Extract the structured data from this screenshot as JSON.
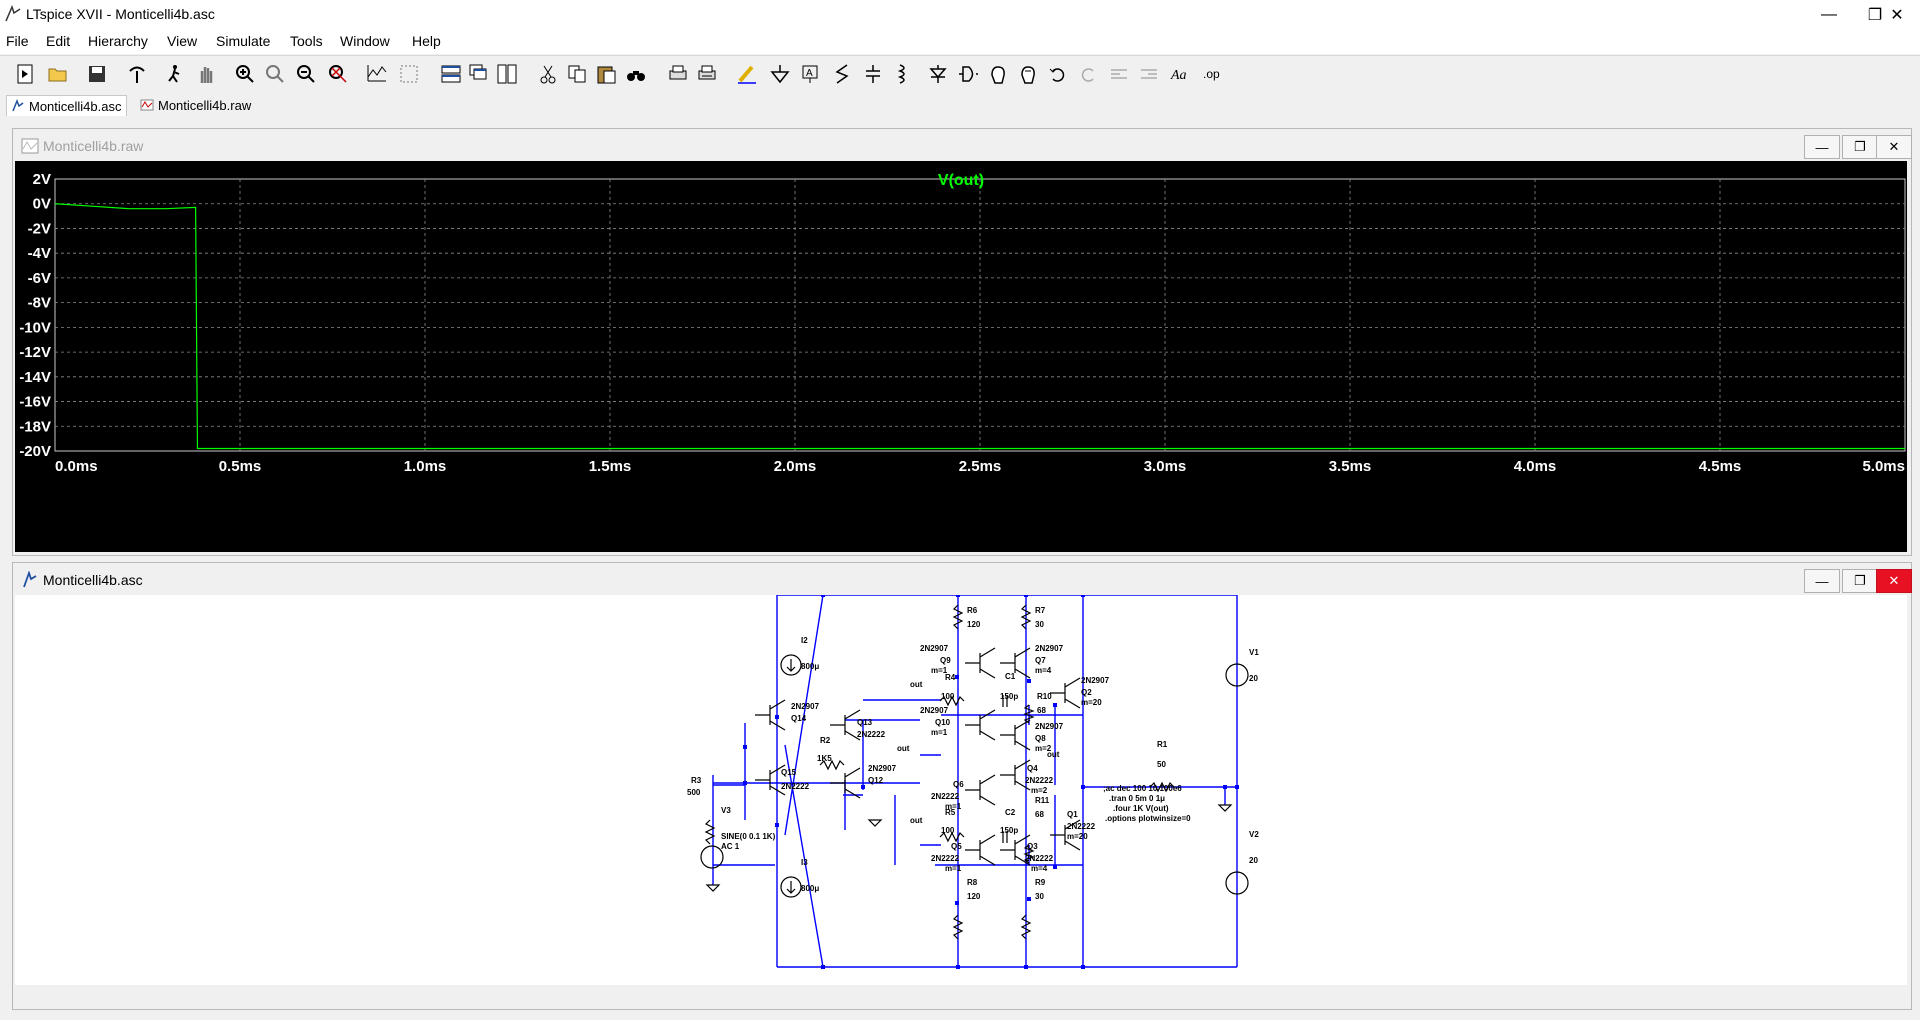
{
  "window": {
    "title": "LTspice XVII - Monticelli4b.asc",
    "min": "—",
    "max": "❐",
    "close": "✕"
  },
  "menu": [
    "File",
    "Edit",
    "Hierarchy",
    "View",
    "Simulate",
    "Tools",
    "Window",
    "Help"
  ],
  "tabs": [
    {
      "label": "Monticelli4b.asc",
      "icon": "schematic-icon"
    },
    {
      "label": "Monticelli4b.raw",
      "icon": "waveform-icon"
    }
  ],
  "waveform_window": {
    "title": "Monticelli4b.raw",
    "min": "—",
    "max": "❐",
    "close": "✕",
    "trace_label": "V(out)"
  },
  "schematic_window": {
    "title": "Monticelli4b.asc",
    "min": "—",
    "max": "❐",
    "close": "✕"
  },
  "chart_data": {
    "type": "line",
    "title": "V(out)",
    "xlabel": "",
    "ylabel": "",
    "xlim": [
      0,
      5
    ],
    "ylim": [
      -20,
      2
    ],
    "x_ticks": [
      "0.0ms",
      "0.5ms",
      "1.0ms",
      "1.5ms",
      "2.0ms",
      "2.5ms",
      "3.0ms",
      "3.5ms",
      "4.0ms",
      "4.5ms",
      "5.0ms"
    ],
    "y_ticks": [
      "2V",
      "0V",
      "-2V",
      "-4V",
      "-6V",
      "-8V",
      "-10V",
      "-12V",
      "-14V",
      "-16V",
      "-18V",
      "-20V"
    ],
    "grid": true,
    "series": [
      {
        "name": "V(out)",
        "color": "#00ff00",
        "x": [
          0,
          0.1,
          0.2,
          0.3,
          0.38,
          0.385,
          0.5,
          1.0,
          2.0,
          3.0,
          4.0,
          5.0
        ],
        "y": [
          0,
          -0.2,
          -0.4,
          -0.4,
          -0.3,
          -19.8,
          -19.8,
          -19.8,
          -19.8,
          -19.8,
          -19.8,
          -19.8
        ]
      }
    ]
  },
  "schematic_labels": {
    "I2": "I2",
    "I2v": "800μ",
    "I3": "I3",
    "I3v": "800μ",
    "R6": "R6",
    "R6v": "120",
    "R7": "R7",
    "R7v": "30",
    "Q9": "Q9",
    "Q9m": "m=1",
    "Q9t": "2N2907",
    "Q7": "Q7",
    "Q7m": "m=4",
    "Q7t": "2N2907",
    "Q2": "Q2",
    "Q2m": "m=20",
    "Q2t": "2N2907",
    "R4": "R4",
    "R4v": "100",
    "out1": "out",
    "C1": "C1",
    "C1v": "150p",
    "R10": "R10",
    "R10v": "68",
    "Q10": "Q10",
    "Q10m": "m=1",
    "Q10t": "2N2907",
    "Q8": "Q8",
    "Q8m": "m=2",
    "Q8t": "2N2907",
    "Q14": "Q14",
    "Q14t": "2N2907",
    "Q13": "Q13",
    "Q13t": "2N2222",
    "R2": "R2",
    "R2v": "1K5",
    "out2": "out",
    "Q12": "Q12",
    "Q12t": "2N2907",
    "Q15": "Q15",
    "Q15t": "2N2222",
    "R3": "R3",
    "R3v": "500",
    "V3": "V3",
    "V3v": "SINE(0 0.1 1K)",
    "V3ac": "AC 1",
    "Q6": "Q6",
    "Q6m": "m=1",
    "Q6t": "2N2222",
    "Q4": "Q4",
    "Q4m": "m=2",
    "Q4t": "2N2222",
    "R11": "R11",
    "R11v": "68",
    "R5": "R5",
    "R5v": "100",
    "out3": "out",
    "C2": "C2",
    "C2v": "150p",
    "Q1": "Q1",
    "Q1m": "m=20",
    "Q1t": "2N2222",
    "Q5": "Q5",
    "Q5m": "m=1",
    "Q5t": "2N2222",
    "Q3": "Q3",
    "Q3m": "m=4",
    "Q3t": "2N2222",
    "R8": "R8",
    "R8v": "120",
    "R9": "R9",
    "R9v": "30",
    "R1": "R1",
    "R1v": "50",
    "out4": "out",
    "V1": "V1",
    "V1v": "20",
    "V2": "V2",
    "V2v": "20",
    "dir1": ";ac dec 100 10 100e6",
    "dir2": ".tran 0 5m 0 1μ",
    "dir3": ".four 1K V(out)",
    "dir4": ".options plotwinsize=0"
  },
  "colors": {
    "plot_bg": "#000000",
    "trace": "#00ff00",
    "grid": "#8c8c8c",
    "wire": "#0000ff",
    "component": "#000000",
    "close_active": "#e81123"
  }
}
